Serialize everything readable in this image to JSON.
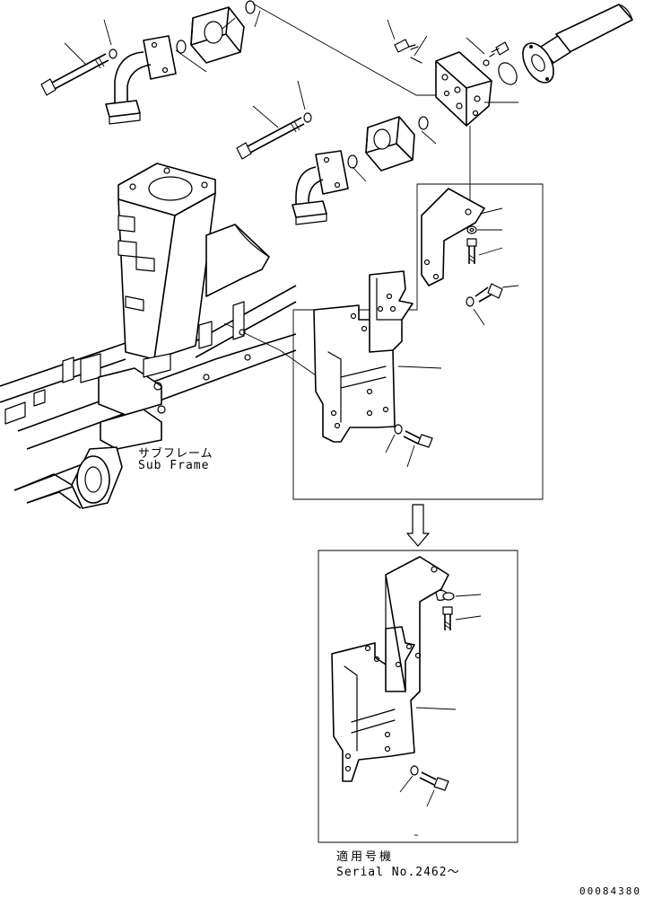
{
  "labels": {
    "sub_frame_jp": "サブフレーム",
    "sub_frame_en": "Sub Frame",
    "serial_jp": "適用号機",
    "serial_en": "Serial No.2462～"
  },
  "drawing_code": "00084380"
}
